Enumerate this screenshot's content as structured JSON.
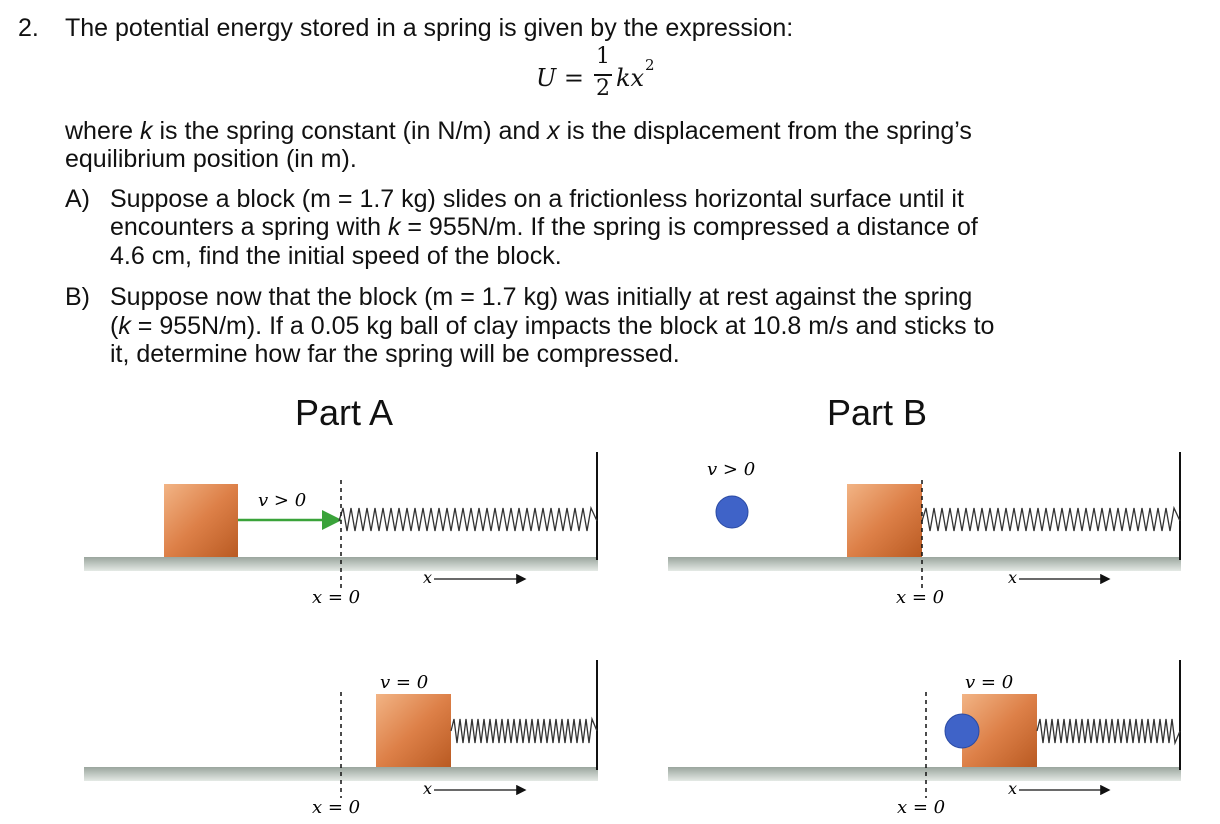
{
  "problem": {
    "number": "2.",
    "intro": "The potential energy stored in a spring is given by the expression:",
    "formula": {
      "lhs": "U =",
      "num": "1",
      "den": "2",
      "rhs": "kx",
      "exp": "2"
    },
    "where_line1_a": "where ",
    "where_k": "k",
    "where_line1_b": " is the spring constant (in N/m) and ",
    "where_x": "x",
    "where_line1_c": " is the displacement from the spring’s",
    "where_line2": "equilibrium position (in m).",
    "partA": {
      "label": "A)",
      "line1": "Suppose a block (m = 1.7 kg) slides on a frictionless horizontal surface until it",
      "line2_a": "encounters a spring with ",
      "line2_k": "k",
      "line2_b": " = 955N/m. If the spring is compressed a distance of",
      "line3": "4.6 cm, find the initial speed of the block."
    },
    "partB": {
      "label": "B)",
      "line1": "Suppose now that the block (m = 1.7 kg) was initially at rest against the spring",
      "line2_a": "(",
      "line2_k": "k",
      "line2_b": " = 955N/m). If a 0.05 kg ball of clay impacts the block at 10.8 m/s and sticks to",
      "line3": "it, determine how far the spring will be compressed."
    }
  },
  "figure": {
    "partA_title": "Part A",
    "partB_title": "Part B",
    "v_pos": "v > 0",
    "v_zero": "v = 0",
    "x_origin": "x = 0",
    "x_axis": "x",
    "colors": {
      "block": "#d9783a",
      "ball": "#3f63c8",
      "arrow": "#3aa33a",
      "ground": "#7f8c84"
    }
  }
}
